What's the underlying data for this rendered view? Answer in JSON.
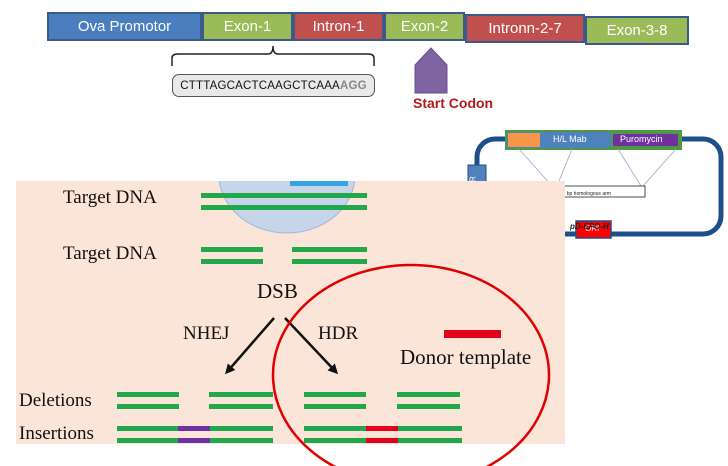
{
  "gene_map": {
    "segments": [
      {
        "label": "Ova Promotor",
        "color": "#4a7ebf"
      },
      {
        "label": "Exon-1",
        "color": "#9bbb59"
      },
      {
        "label": "Intron-1",
        "color": "#c0504d"
      },
      {
        "label": "Exon-2",
        "color": "#9bbb59"
      },
      {
        "label": "Intronn-2-7",
        "color": "#c0504d"
      },
      {
        "label": "Exon-3-8",
        "color": "#9bbb59"
      }
    ],
    "guide_sequence": "CTTTAGCACTCAAGCTCAAA",
    "pam_sequence": "AGG",
    "start_codon_label": "Start Codon",
    "start_codon_color": "#8064a2"
  },
  "plasmid": {
    "name": "pD-EPO-H",
    "cassette_label": "H/L Mab",
    "selection_label": "Puromycin",
    "resistance_label": "Amp R",
    "origin_label": "ORI",
    "homology_arm_label": "500 bp homologous arm",
    "colors": {
      "backbone": "#1f4e8c",
      "cassette": "#4f81bd",
      "selection": "#7030a0",
      "promoter": "#f79646",
      "origin": "#ff0000",
      "border": "#4e9a44"
    }
  },
  "repair_diagram": {
    "target_dna_label_1": "Target DNA",
    "target_dna_label_2": "Target DNA",
    "dsb_label": "DSB",
    "nhej_label": "NHEJ",
    "hdr_label": "HDR",
    "donor_label": "Donor template",
    "deletions_label": "Deletions",
    "insertions_label": "Insertions",
    "colors": {
      "dna": "#22a84a",
      "donor": "#e3001b",
      "insert": "#7030a0",
      "panel": "#fbe5d9",
      "cas9": "#bcd2ec",
      "guide": "#33a6e0",
      "hdr_circle": "#e00000"
    }
  }
}
